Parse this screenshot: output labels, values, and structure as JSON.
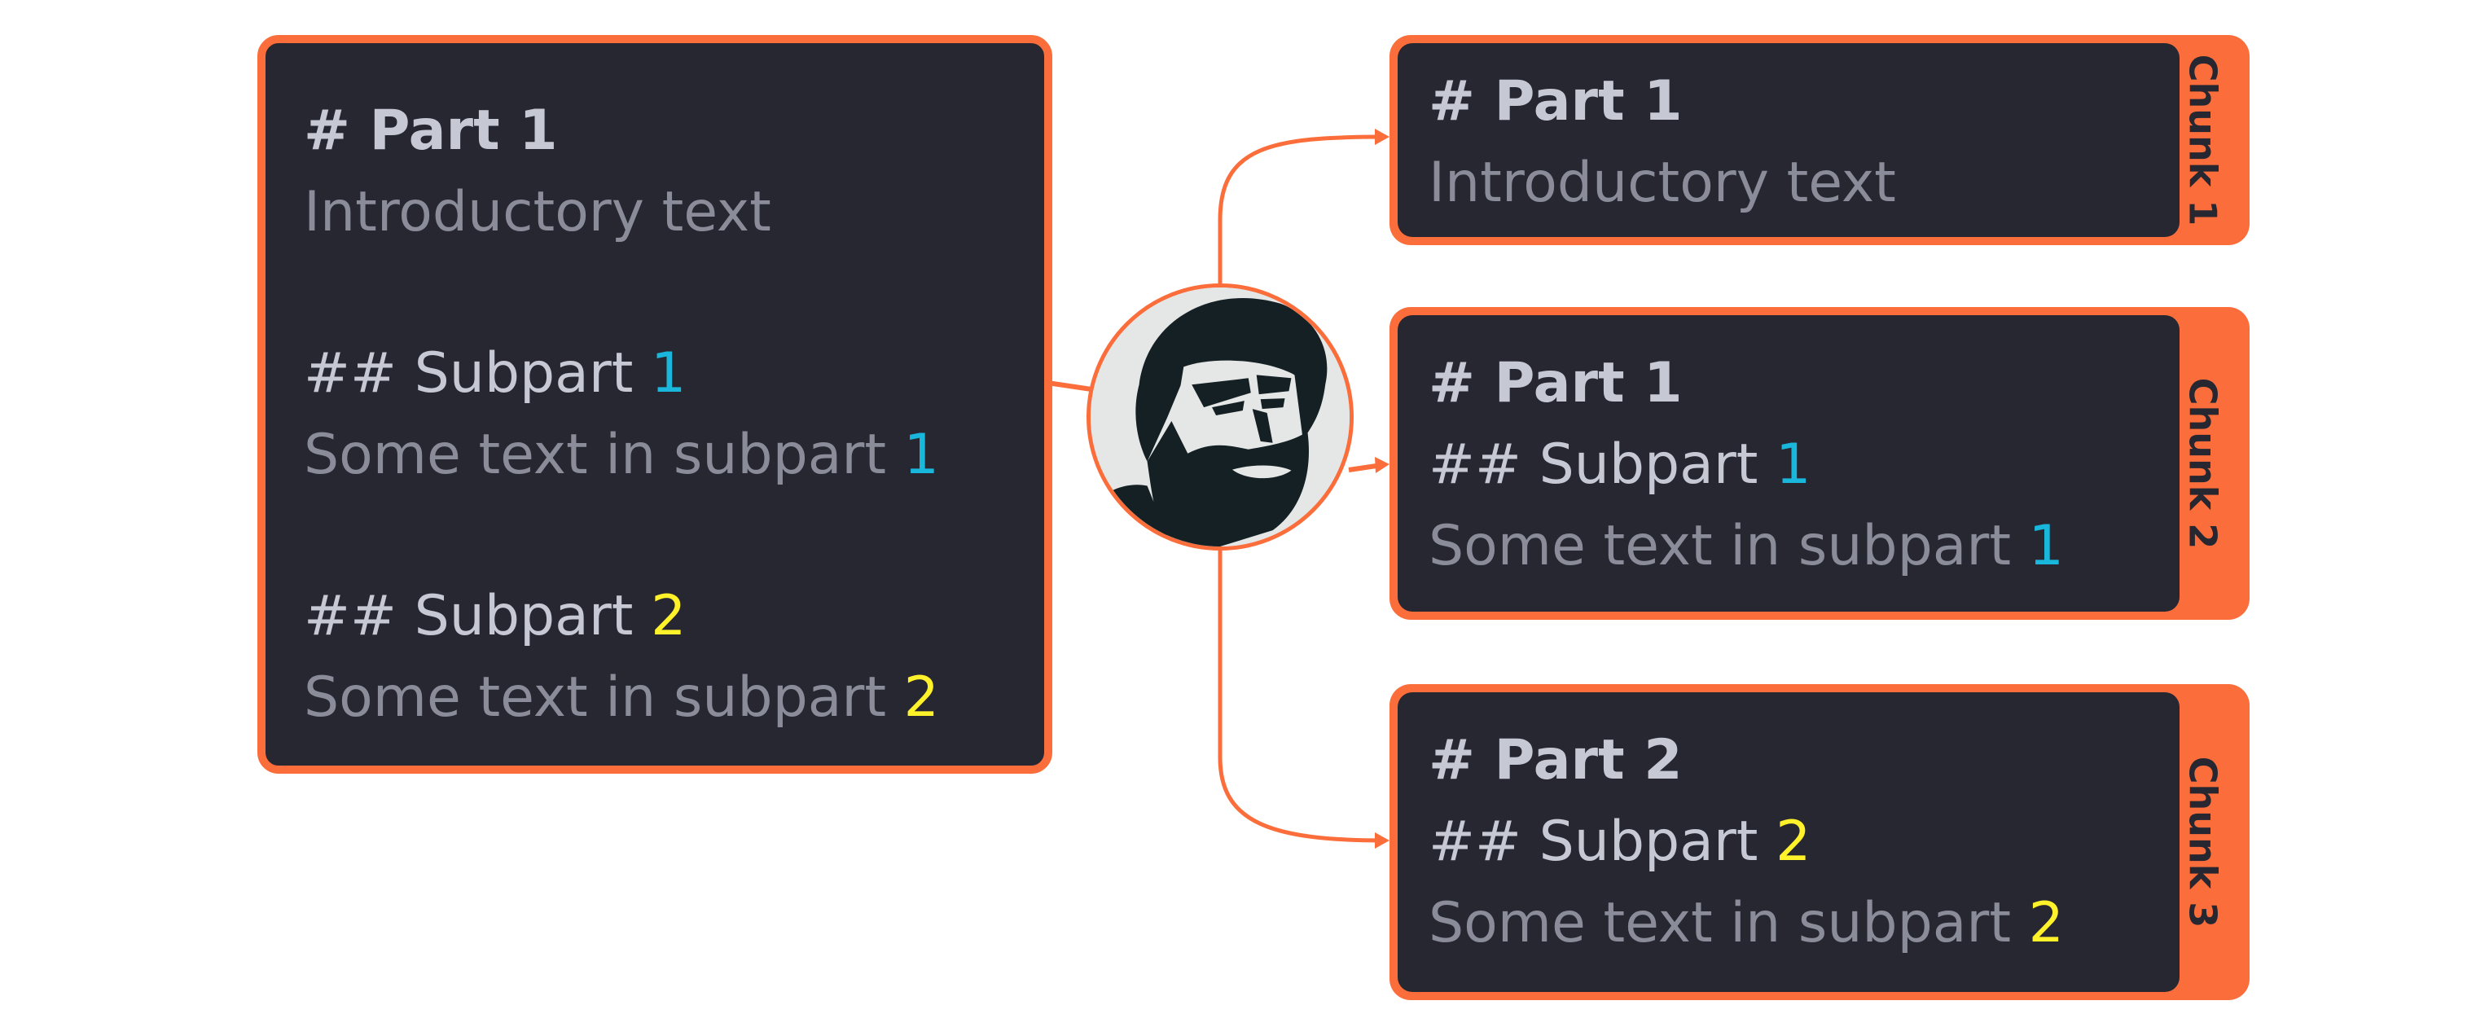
{
  "colors": {
    "accent": "#fb6e3b",
    "box_bg": "#262731",
    "heading_text": "#c6c9d4",
    "body_text": "#8a8d99",
    "number_one": "#1ab7dc",
    "number_two": "#fff12a"
  },
  "source": {
    "part1_heading": "# Part 1",
    "intro": "Introductory text",
    "subpart1_prefix": "## Subpart ",
    "subpart1_num": "1",
    "text1_prefix": "Some text in subpart ",
    "text1_num": "1",
    "subpart2_prefix": "## Subpart ",
    "subpart2_num": "2",
    "text2_prefix": "Some text in subpart ",
    "text2_num": "2"
  },
  "chunks": [
    {
      "label": "Chunk 1",
      "heading": "# Part 1",
      "line2": "Introductory text"
    },
    {
      "label": "Chunk 2",
      "heading": "# Part 1",
      "subpart_prefix": "## Subpart ",
      "subpart_num": "1",
      "text_prefix": "Some text in subpart ",
      "text_num": "1"
    },
    {
      "label": "Chunk 3",
      "heading": "# Part 2",
      "subpart_prefix": "## Subpart ",
      "subpart_num": "2",
      "text_prefix": "Some text in subpart ",
      "text_num": "2"
    }
  ],
  "splitter": {
    "icon": "bearded-man-portrait-icon"
  }
}
